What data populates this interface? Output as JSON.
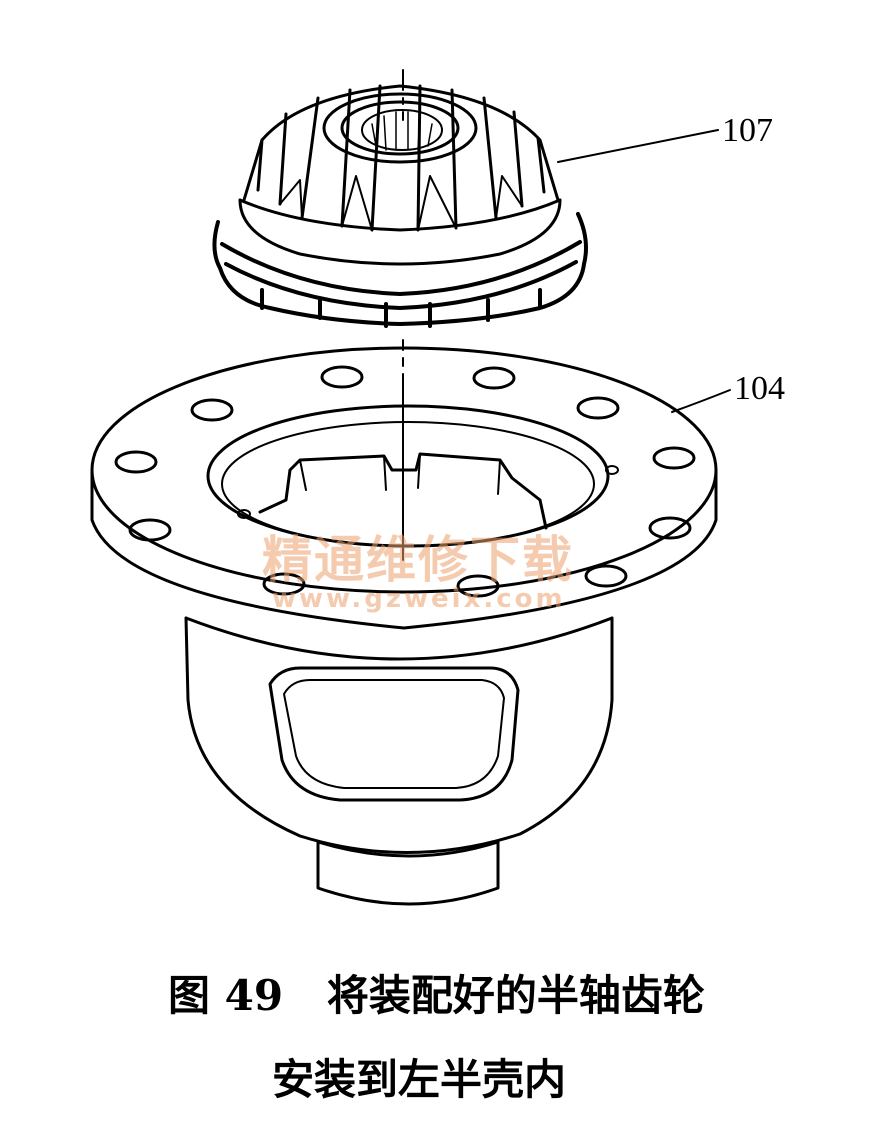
{
  "figure": {
    "callouts": {
      "gear": "107",
      "housing": "104"
    },
    "watermark": {
      "text": "精通维修下载",
      "url": "www.gzweix.com",
      "color": "#eca06e"
    },
    "caption": {
      "line1": "图 49   将装配好的半轴齿轮",
      "line2": "安装到左半壳内"
    }
  }
}
